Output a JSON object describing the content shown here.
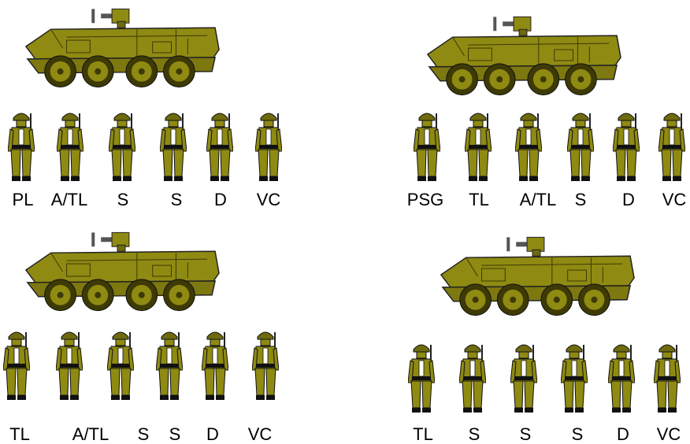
{
  "colors": {
    "vehicle_olive": "#8f8a12",
    "vehicle_dark": "#3d3a05",
    "soldier_olive": "#8f8a12",
    "outline": "#111111",
    "background": "#ffffff"
  },
  "icons": {
    "vehicle": "stryker-vehicle-icon",
    "soldier": "infantry-soldier-icon"
  },
  "groups": [
    {
      "vehicle": "stryker-vehicle",
      "labels": [
        "PL",
        "A/TL",
        "S",
        "S",
        "D",
        "VC"
      ]
    },
    {
      "vehicle": "stryker-vehicle",
      "labels": [
        "PSG",
        "TL",
        "A/TL",
        "S",
        "D",
        "VC"
      ]
    },
    {
      "vehicle": "stryker-vehicle",
      "labels": [
        "TL",
        "A/TL",
        "S",
        "S",
        "D",
        "VC"
      ]
    },
    {
      "vehicle": "stryker-vehicle",
      "labels": [
        "TL",
        "S",
        "S",
        "S",
        "D",
        "VC"
      ]
    }
  ]
}
